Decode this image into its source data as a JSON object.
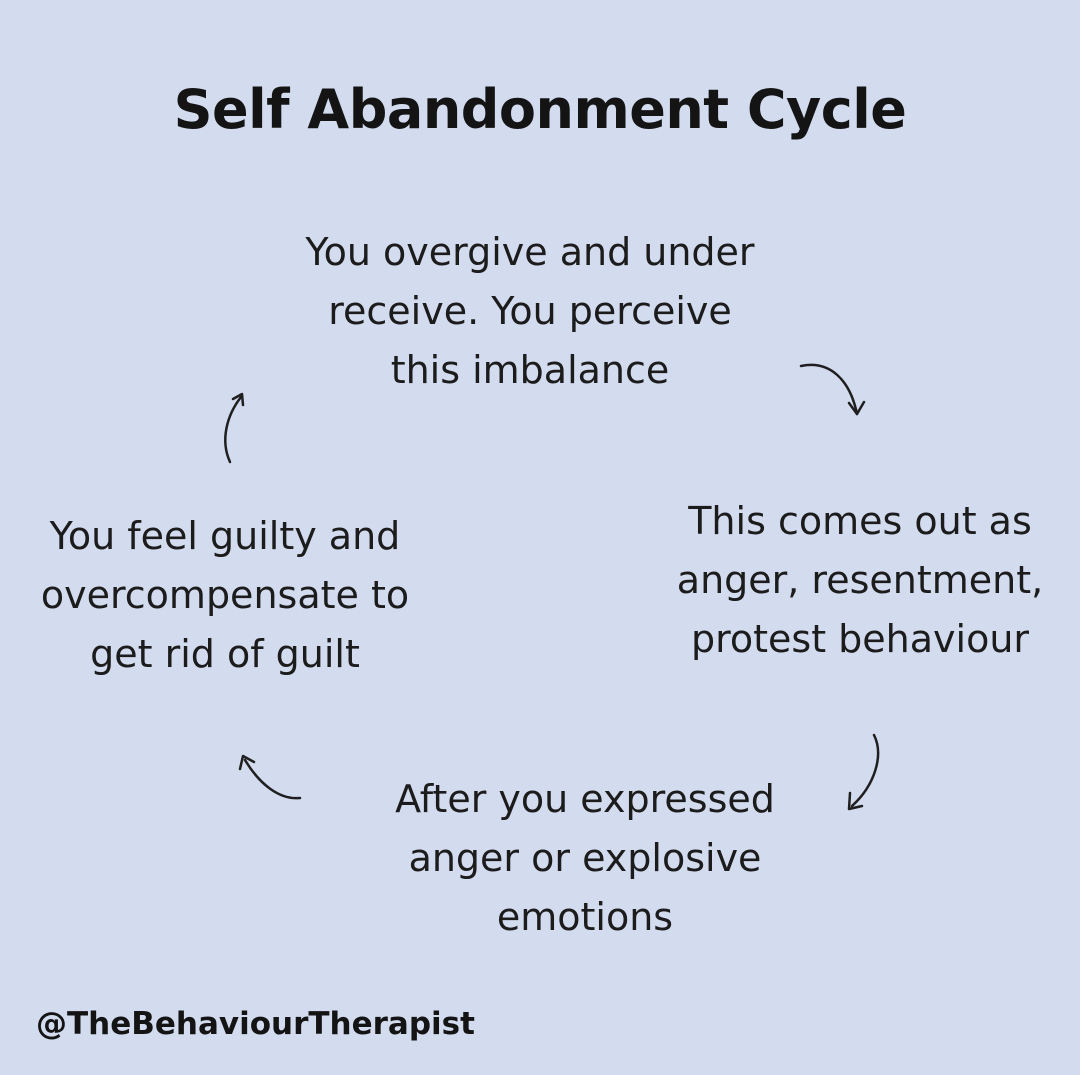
{
  "title": "Self Abandonment Cycle",
  "steps": [
    {
      "lines": [
        "You overgive and under",
        "receive. You perceive",
        "this imbalance"
      ]
    },
    {
      "lines": [
        "This comes out as",
        "anger, resentment,",
        "protest behaviour"
      ]
    },
    {
      "lines": [
        "After you expressed",
        "anger or explosive",
        "emotions"
      ]
    },
    {
      "lines": [
        "You feel guilty and",
        "overcompensate to",
        "get rid of guilt"
      ]
    }
  ],
  "handle": "@TheBehaviourTherapist",
  "colors": {
    "background": "#d3dbef",
    "text": "#181818"
  }
}
